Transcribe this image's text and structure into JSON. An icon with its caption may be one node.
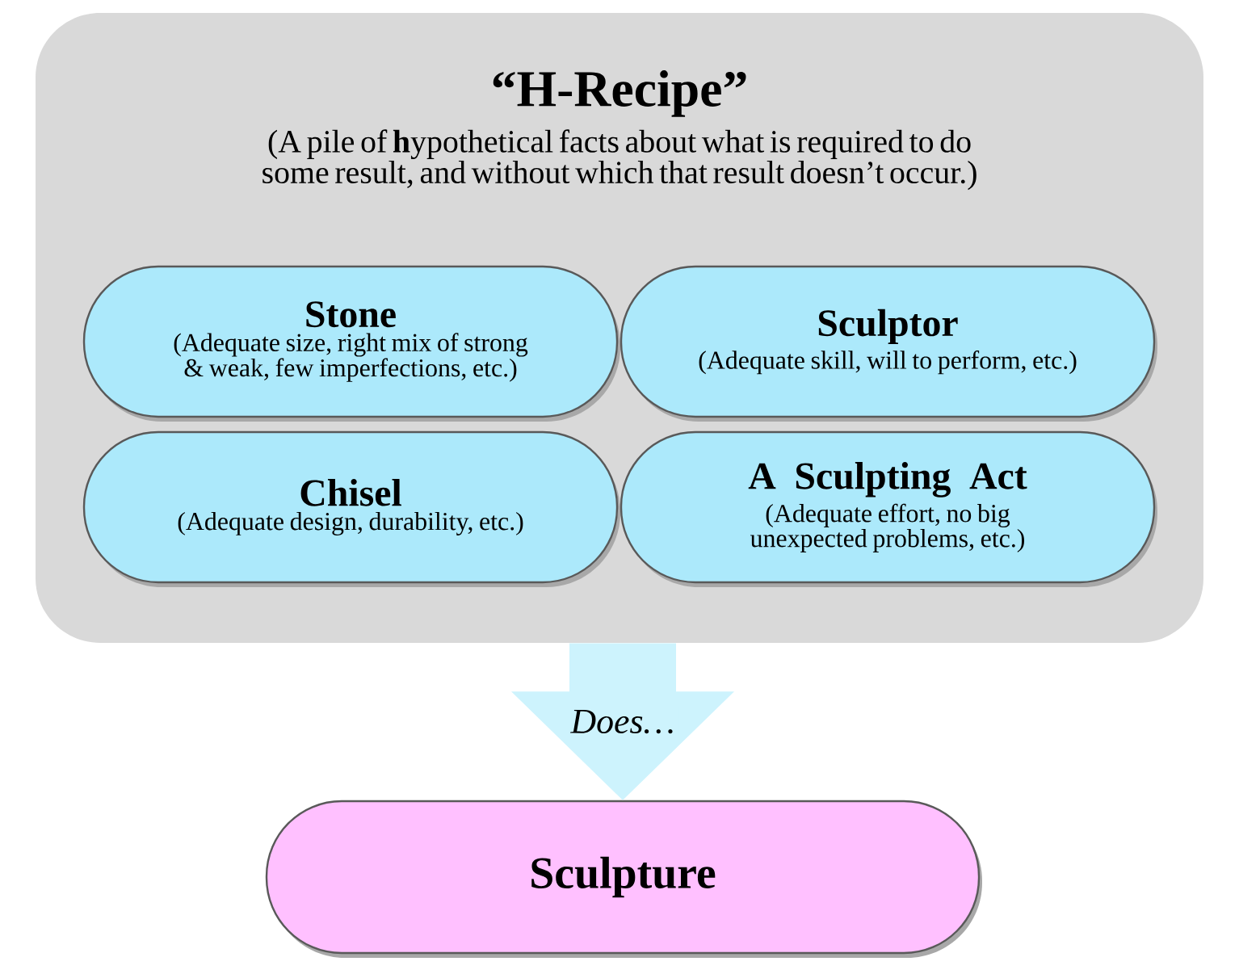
{
  "diagram": {
    "nodes": [
      {
        "text": [
          "“H-Recipe”",
          "(A pile of **h**ypothetical facts about what is required to do some result, and without which that result doesn’t occur.)"
        ]
      },
      {
        "text": [
          "Stone",
          "(Adequate size, right mix of strong & weak, few imperfections, etc.)"
        ],
        "in": 0
      },
      {
        "text": [
          "Sculptor",
          "(Adequate skill, will to perform, etc.)"
        ],
        "in": 0
      },
      {
        "text": [
          "Chisel",
          "(Adequate design, durability, etc.)"
        ],
        "in": 0
      },
      {
        "text": [
          "A Sculpting Act",
          "(Adequate effort, no big unexpected problems, etc.)"
        ],
        "in": 0
      },
      {
        "text": [
          "Sculpture"
        ]
      }
    ],
    "edges": [
      {
        "from": 0,
        "to": 5,
        "arrow": "to",
        "label": "Does…"
      }
    ]
  }
}
